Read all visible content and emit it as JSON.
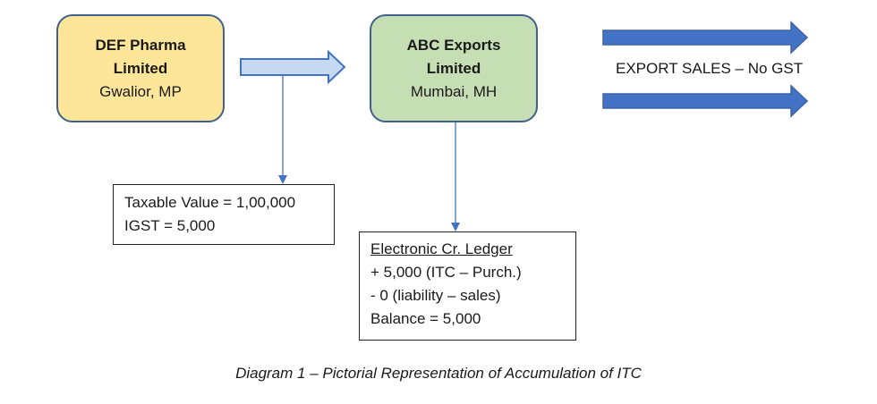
{
  "nodes": {
    "def": {
      "name_line1": "DEF Pharma",
      "name_line2": "Limited",
      "location": "Gwalior, MP"
    },
    "abc": {
      "name_line1": "ABC Exports",
      "name_line2": "Limited",
      "location": "Mumbai, MH"
    }
  },
  "purchase_box": {
    "taxable_value": "Taxable Value = 1,00,000",
    "igst": "IGST = 5,000"
  },
  "ledger_box": {
    "title": "Electronic Cr. Ledger",
    "itc_line": "+ 5,000 (ITC – Purch.)",
    "liability_line": "- 0 (liability – sales)",
    "balance_line": "Balance = 5,000"
  },
  "export_label": "EXPORT SALES – No GST",
  "caption": "Diagram 1 – Pictorial Representation of Accumulation of ITC",
  "colors": {
    "def_fill": "#fde599",
    "abc_fill": "#c6deb4",
    "node_border": "#41608e",
    "flow_arrow_fill": "#c6d9f1",
    "export_arrow_fill": "#4472c4",
    "connector": "#4472c4"
  }
}
